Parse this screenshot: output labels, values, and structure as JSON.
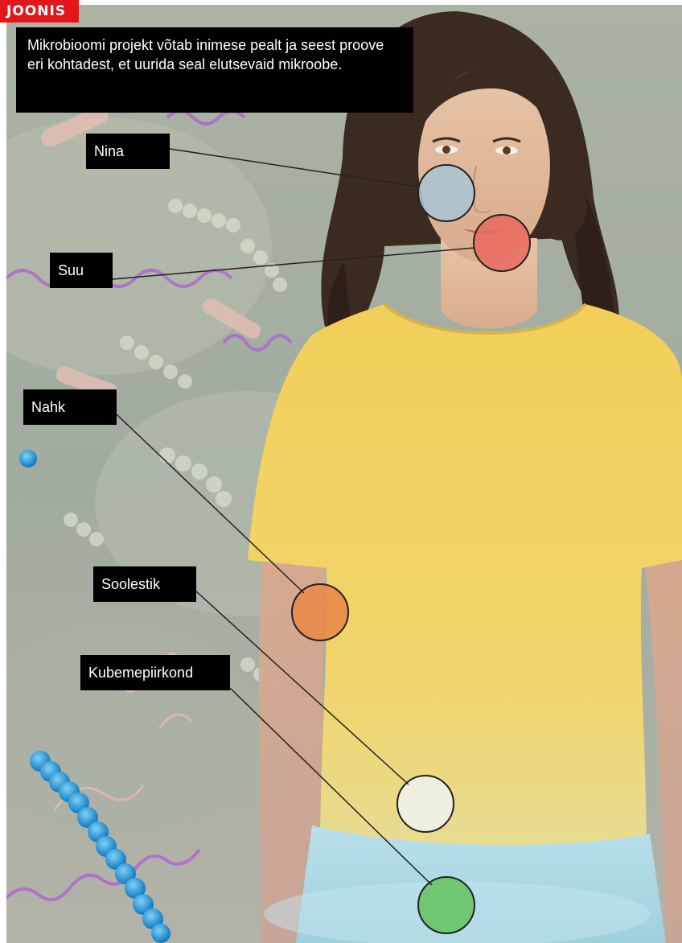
{
  "badge": "JOONIS",
  "intro_text": "Mikrobioomi projekt võtab inimese pealt ja seest proove eri kohtadest, et uurida seal elutsevaid mikroobe.",
  "sites": [
    {
      "label": "Nina",
      "color": "#a9c4d6"
    },
    {
      "label": "Suu",
      "color": "#ea6a5e"
    },
    {
      "label": "Nahk",
      "color": "#e8894a"
    },
    {
      "label": "Soolestik",
      "color": "#eef0e4"
    },
    {
      "label": "Kubemepiirkond",
      "color": "#6cc56c"
    }
  ]
}
